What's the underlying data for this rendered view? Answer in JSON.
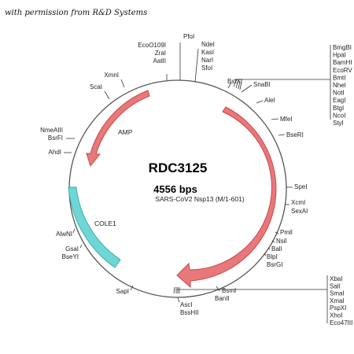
{
  "credit": "with permission from R&D Systems",
  "plasmid": {
    "name": "RDC3125",
    "size": "4556 bps",
    "insert": "SARS-CoV2 Nsp13 (M/1-601)"
  },
  "colors": {
    "backbone": "#555555",
    "arrow_fill": "#e8787a",
    "arrow_stroke": "#c9474a",
    "cole1_fill": "#6fd6d6",
    "cole1_stroke": "#3aaeb0",
    "text": "#222222"
  },
  "features": [
    {
      "name": "AMP",
      "type": "arrow"
    },
    {
      "name": "COLE1",
      "type": "origin"
    }
  ],
  "single_sites": [
    {
      "name": "EcoO109I"
    },
    {
      "name": "ZraI"
    },
    {
      "name": "AatII"
    },
    {
      "name": "PfoI"
    },
    {
      "name": "NdeI"
    },
    {
      "name": "KasI"
    },
    {
      "name": "NarI"
    },
    {
      "name": "SfoI"
    },
    {
      "name": "BstXI"
    },
    {
      "name": "SnaBI"
    },
    {
      "name": "AleI"
    },
    {
      "name": "MfeI"
    },
    {
      "name": "BseRI"
    },
    {
      "name": "SpeI"
    },
    {
      "name": "XcmI"
    },
    {
      "name": "SexAI"
    },
    {
      "name": "PmlI"
    },
    {
      "name": "NsiI"
    },
    {
      "name": "BalI"
    },
    {
      "name": "BlpI"
    },
    {
      "name": "BsrGI"
    },
    {
      "name": "BsmI"
    },
    {
      "name": "BanII"
    },
    {
      "name": "AscI"
    },
    {
      "name": "BssHII"
    },
    {
      "name": "SapI"
    },
    {
      "name": "AlwNI"
    },
    {
      "name": "GsaI"
    },
    {
      "name": "BseYI"
    },
    {
      "name": "AhdI"
    },
    {
      "name": "BsrFI"
    },
    {
      "name": "NmeAIII"
    },
    {
      "name": "ScaI"
    },
    {
      "name": "XmnI"
    }
  ],
  "mcs_top": [
    "BmgBI",
    "HpaI",
    "BamHI",
    "EcoRV",
    "BmtI",
    "NheI",
    "NotI",
    "EagI",
    "BtgI",
    "NcoI",
    "StyI"
  ],
  "mcs_bottom": [
    "XbaI",
    "SalI",
    "SmaI",
    "XmaI",
    "PspXI",
    "XhoI",
    "Eco47III"
  ]
}
